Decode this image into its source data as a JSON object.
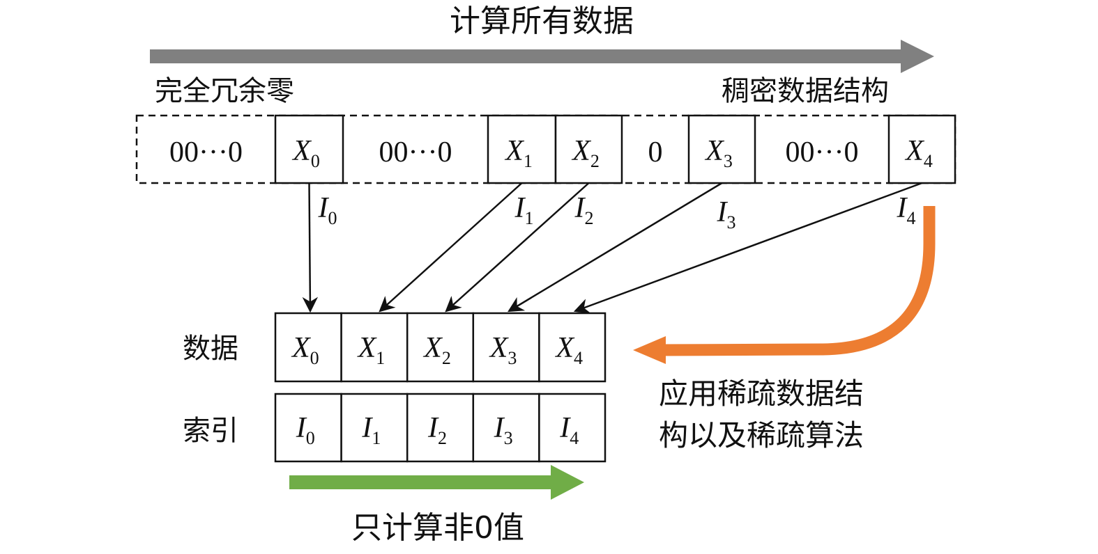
{
  "title": "计算所有数据",
  "left_label": "完全冗余零",
  "right_label": "稠密数据结构",
  "dense_row": [
    {
      "type": "zeros",
      "text": "00···0"
    },
    {
      "type": "value",
      "var": "X",
      "sub": "0"
    },
    {
      "type": "zeros",
      "text": "00···0"
    },
    {
      "type": "value",
      "var": "X",
      "sub": "1"
    },
    {
      "type": "value",
      "var": "X",
      "sub": "2"
    },
    {
      "type": "zeros",
      "text": "0"
    },
    {
      "type": "value",
      "var": "X",
      "sub": "3"
    },
    {
      "type": "zeros",
      "text": "00···0"
    },
    {
      "type": "value",
      "var": "X",
      "sub": "4"
    }
  ],
  "index_labels": [
    {
      "var": "I",
      "sub": "0"
    },
    {
      "var": "I",
      "sub": "1"
    },
    {
      "var": "I",
      "sub": "2"
    },
    {
      "var": "I",
      "sub": "3"
    },
    {
      "var": "I",
      "sub": "4"
    }
  ],
  "data_row_label": "数据",
  "data_row": [
    {
      "var": "X",
      "sub": "0"
    },
    {
      "var": "X",
      "sub": "1"
    },
    {
      "var": "X",
      "sub": "2"
    },
    {
      "var": "X",
      "sub": "3"
    },
    {
      "var": "X",
      "sub": "4"
    }
  ],
  "index_row_label": "索引",
  "index_row": [
    {
      "var": "I",
      "sub": "0"
    },
    {
      "var": "I",
      "sub": "1"
    },
    {
      "var": "I",
      "sub": "2"
    },
    {
      "var": "I",
      "sub": "3"
    },
    {
      "var": "I",
      "sub": "4"
    }
  ],
  "sparse_note_line1": "应用稀疏数据结",
  "sparse_note_line2": "构以及稀疏算法",
  "bottom_label": "只计算非0值",
  "colors": {
    "gray_arrow": "#808080",
    "green_arrow": "#70AD47",
    "orange_arrow": "#ED7D31",
    "stroke": "#111111"
  }
}
